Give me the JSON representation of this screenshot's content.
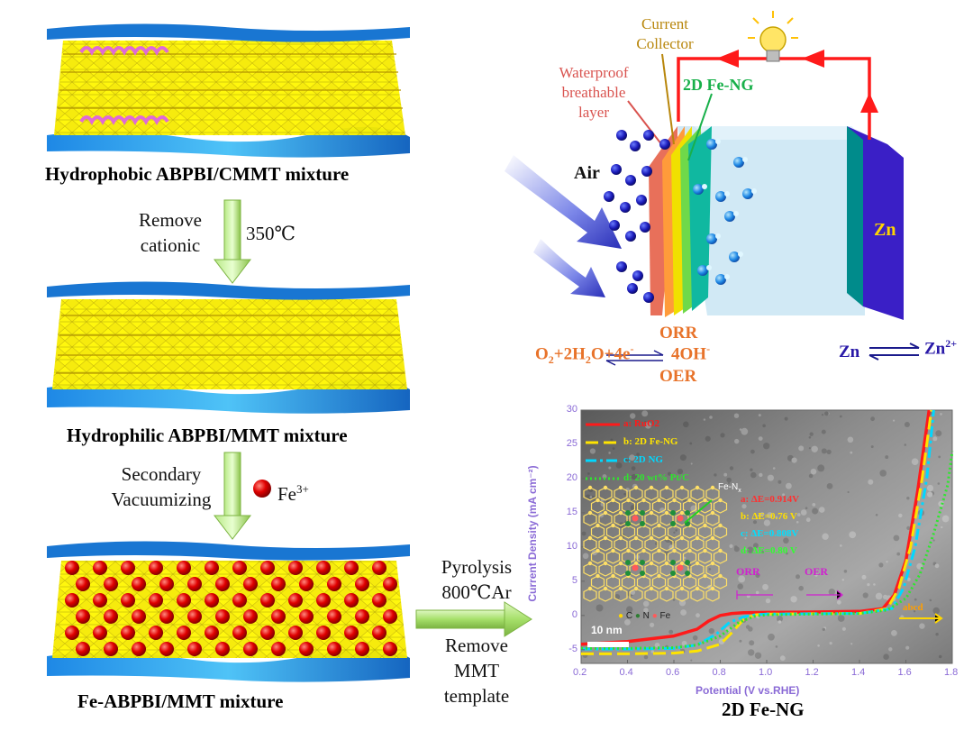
{
  "left_panel": {
    "caption1": "Hydrophobic ABPBI/CMMT mixture",
    "step1_action_line1": "Remove",
    "step1_action_line2": "cationic",
    "step1_condition": "350℃",
    "caption2": "Hydrophilic ABPBI/MMT mixture",
    "step2_action_line1": "Secondary",
    "step2_action_line2": "Vacuumizing",
    "step2_ion_label": "Fe",
    "step2_ion_charge": "3+",
    "caption3": "Fe-ABPBI/MMT mixture"
  },
  "middle_step": {
    "line1": "Pyrolysis",
    "line2": "800℃Ar",
    "line3": "Remove",
    "line4": "MMT",
    "line5": "template"
  },
  "battery": {
    "label_current_collector_1": "Current",
    "label_current_collector_2": "Collector",
    "label_waterproof_1": "Waterproof",
    "label_waterproof_2": "breathable",
    "label_waterproof_3": "layer",
    "label_catalyst": "2D Fe-NG",
    "label_air": "Air",
    "label_zn_plate": "Zn",
    "orr": "ORR",
    "oer": "OER",
    "oxygen_left": "O",
    "oxygen_left_sub": "2",
    "reaction_mid": "+2H",
    "reaction_mid_sub": "2",
    "reaction_mid2": "O+4e",
    "reaction_mid2_sup": "-",
    "reaction_right": "4OH",
    "reaction_right_sup": "-",
    "zn_left": "Zn",
    "zn_right": "Zn",
    "zn_right_sup": "2+"
  },
  "chart_title": "2D Fe-NG",
  "scale_bar": "10 nm",
  "inset_labels": {
    "fe_n": "Fe-N",
    "fe_n_sub": "x",
    "c": "C",
    "n": "N",
    "fe": "Fe",
    "orr": "ORR",
    "oer": "OER",
    "order": "abcd"
  },
  "ae_annotations": [
    {
      "text": "a: ΔE=0.914V",
      "color": "#ff3030"
    },
    {
      "text": "b: ΔE=0.76 V",
      "color": "#ffe000"
    },
    {
      "text": "c: ΔE=0.808V",
      "color": "#00e0ff"
    },
    {
      "text": "d: ΔE=0.80 V",
      "color": "#30ff30"
    }
  ],
  "chart_data": {
    "type": "line",
    "xlabel": "Potential (V vs.RHE)",
    "ylabel": "Current Density (mA cm⁻²)",
    "xlim": [
      0.2,
      1.8
    ],
    "ylim": [
      -7,
      30
    ],
    "xticks": [
      "0.2",
      "0.4",
      "0.6",
      "0.8",
      "1.0",
      "1.2",
      "1.4",
      "1.6",
      "1.8"
    ],
    "yticks": [
      "-5",
      "0",
      "5",
      "10",
      "15",
      "20",
      "25",
      "30"
    ],
    "legend_position": "top-left",
    "series": [
      {
        "name": "a: RuO2",
        "color": "#ff1a1a",
        "style": "solid",
        "x": [
          0.2,
          0.4,
          0.6,
          0.7,
          0.75,
          0.8,
          0.85,
          0.9,
          1.0,
          1.2,
          1.4,
          1.5,
          1.55,
          1.6,
          1.65,
          1.7
        ],
        "y": [
          -4.2,
          -3.8,
          -3.0,
          -2.0,
          -0.8,
          0.0,
          0.3,
          0.4,
          0.45,
          0.5,
          0.6,
          1.0,
          3.0,
          8.0,
          18.0,
          30.0
        ]
      },
      {
        "name": "b: 2D Fe-NG",
        "color": "#ffe400",
        "style": "dashed",
        "x": [
          0.2,
          0.4,
          0.6,
          0.7,
          0.8,
          0.85,
          0.9,
          0.95,
          1.0,
          1.2,
          1.4,
          1.52,
          1.57,
          1.62,
          1.67,
          1.71
        ],
        "y": [
          -5.6,
          -5.6,
          -5.5,
          -5.2,
          -4.2,
          -2.5,
          -0.6,
          0.1,
          0.2,
          0.25,
          0.3,
          1.0,
          4.0,
          10.0,
          20.0,
          30.0
        ]
      },
      {
        "name": "c: 2D NG",
        "color": "#00d8ff",
        "style": "dashdot",
        "x": [
          0.2,
          0.4,
          0.6,
          0.7,
          0.78,
          0.84,
          0.9,
          0.95,
          1.0,
          1.2,
          1.4,
          1.54,
          1.59,
          1.64,
          1.69,
          1.72
        ],
        "y": [
          -4.9,
          -4.9,
          -4.8,
          -4.3,
          -2.8,
          -1.0,
          -0.2,
          0.1,
          0.2,
          0.25,
          0.3,
          1.0,
          4.0,
          10.0,
          20.0,
          30.0
        ]
      },
      {
        "name": "d: 20 wt% Pt/C",
        "color": "#2ee62e",
        "style": "dotted",
        "x": [
          0.2,
          0.4,
          0.6,
          0.7,
          0.8,
          0.88,
          0.95,
          1.0,
          1.2,
          1.4,
          1.52,
          1.6,
          1.66,
          1.72,
          1.78,
          1.8
        ],
        "y": [
          -4.8,
          -4.8,
          -4.7,
          -4.3,
          -3.0,
          -1.0,
          -0.1,
          0.1,
          0.2,
          0.3,
          0.8,
          2.5,
          6.0,
          12.0,
          19.0,
          24.0
        ]
      }
    ]
  }
}
